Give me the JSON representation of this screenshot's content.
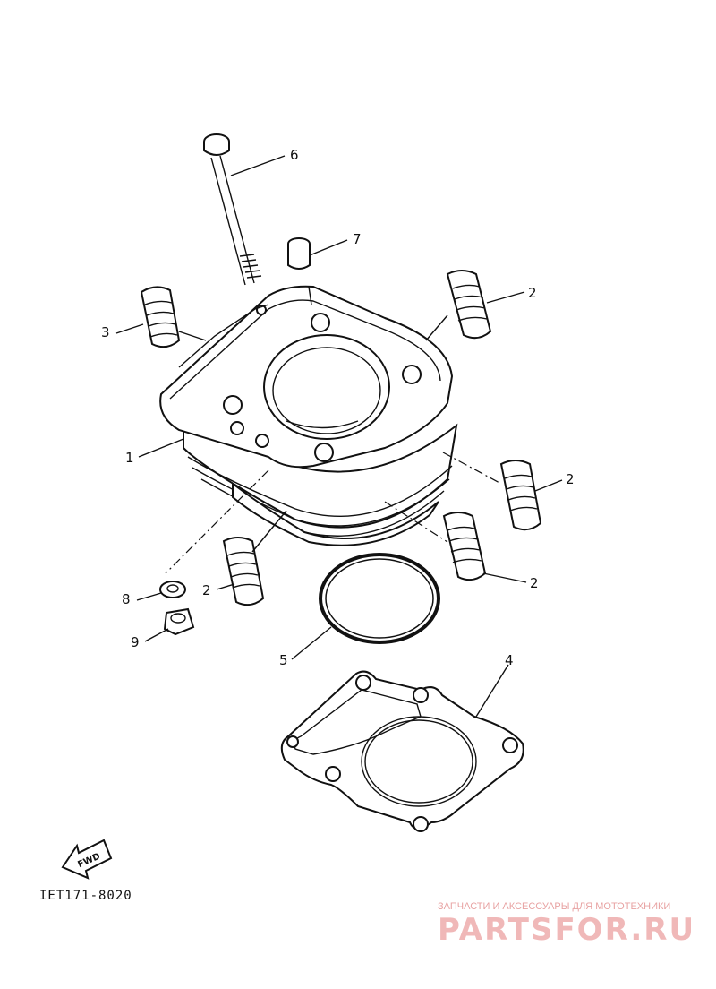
{
  "callouts": {
    "c1": "1",
    "c2a": "2",
    "c2b": "2",
    "c2c": "2",
    "c2d": "2",
    "c3": "3",
    "c4": "4",
    "c5": "5",
    "c6": "6",
    "c7": "7",
    "c8": "8",
    "c9": "9"
  },
  "fwd_label": "FWD",
  "diagram_code": "IET171-8020",
  "watermark": {
    "tagline": "ЗАПЧАСТИ И АКСЕССУАРЫ ДЛЯ МОТОТЕХНИКИ",
    "brand": "PARTSFOR.RU"
  }
}
